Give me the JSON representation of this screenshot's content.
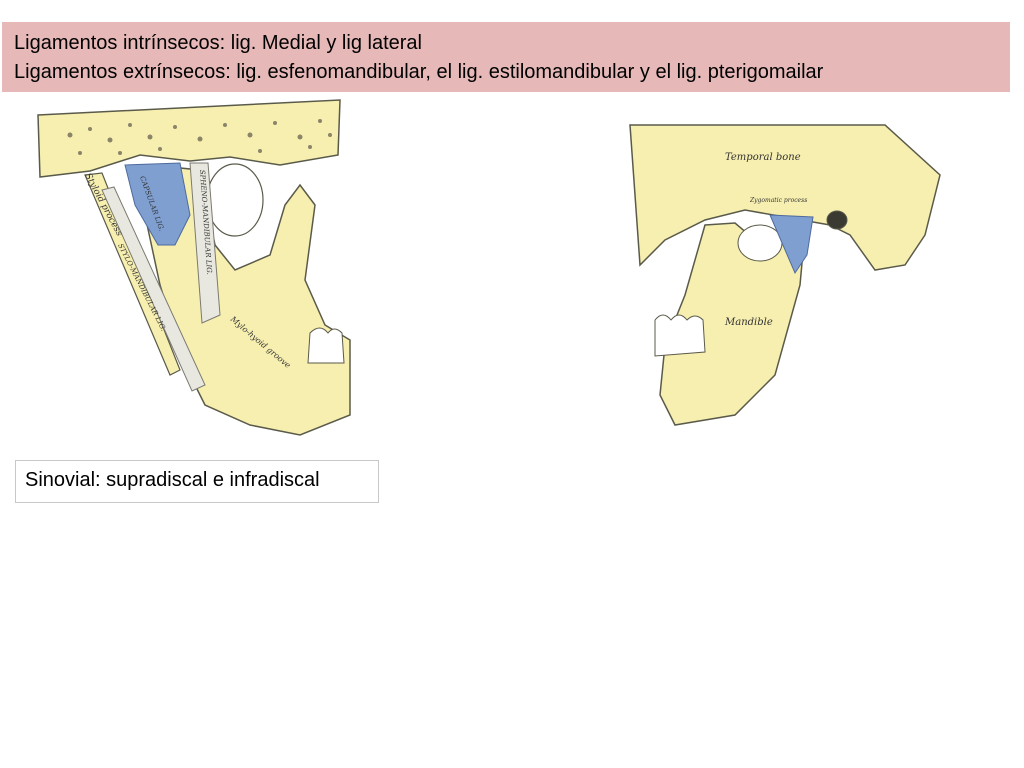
{
  "header": {
    "line1": "Ligamentos intrínsecos: lig. Medial y lig lateral",
    "line2": "Ligamentos extrínsecos: lig. esfenomandibular, el lig. estilomandibular y el lig. pterigomailar"
  },
  "caption": {
    "text": "Sinovial: supradiscal e infradiscal"
  },
  "figure_left": {
    "labels": {
      "styloid": "Styloid process",
      "capsular": "CAPSULAR LIG.",
      "spheno": "SPHENO-MANDIBULAR LIG.",
      "stylo": "STYLO-MANDIBULAR LIG.",
      "mylo": "Mylo-hyoid groove"
    }
  },
  "figure_right": {
    "labels": {
      "temporal": "Temporal bone",
      "zygomatic": "Zygomatic process",
      "mandible": "Mandible"
    }
  },
  "colors": {
    "header_bg": "#e6b9b8",
    "bone": "#f7efb0",
    "ligament_blue": "#7f9fd1",
    "outline": "#5a5a4a"
  }
}
